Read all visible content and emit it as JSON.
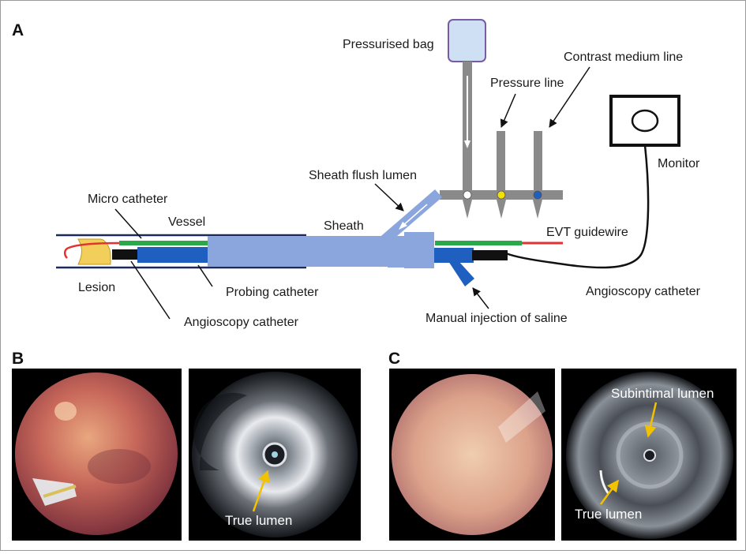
{
  "panels": {
    "a": "A",
    "b": "B",
    "c": "C"
  },
  "labels": {
    "pressurised_bag": "Pressurised bag",
    "contrast_medium_line": "Contrast medium line",
    "pressure_line": "Pressure line",
    "monitor": "Monitor",
    "sheath_flush_lumen": "Sheath flush lumen",
    "micro_catheter": "Micro catheter",
    "vessel": "Vessel",
    "sheath": "Sheath",
    "evt_guidewire": "EVT guidewire",
    "lesion": "Lesion",
    "probing_catheter": "Probing catheter",
    "angioscopy_catheter_left": "Angioscopy catheter",
    "angioscopy_catheter_right": "Angioscopy catheter",
    "manual_injection": "Manual injection of saline"
  },
  "images": {
    "b_ivus_label": "True lumen",
    "c_ivus_label_top": "Subintimal lumen",
    "c_ivus_label_bottom": "True lumen"
  },
  "colors": {
    "catheter_blue": "#1f5fbf",
    "sheath_blue": "#8aa6dc",
    "line_grey": "#8a8a8a",
    "guidewire_green": "#2aa84a",
    "guidewire_red": "#e23232",
    "lesion_yellow": "#f2cf5a",
    "bag_fill": "#cfe0f4",
    "bag_border": "#7a5aa6",
    "arrow_yellow": "#f2c200"
  }
}
